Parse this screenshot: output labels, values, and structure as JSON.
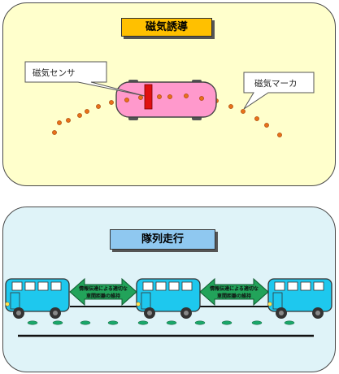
{
  "top": {
    "title": "磁気誘導",
    "sensor_label": "磁気センサ",
    "marker_label": "磁気マーカ"
  },
  "bottom": {
    "title": "隊列走行",
    "arrow_line1": "情報伝達による適切な",
    "arrow_line2": "車間距離の維持"
  },
  "colors": {
    "top_panel": "#ffffcc",
    "bottom_panel": "#dff3f8",
    "top_title": "#ffc000",
    "bottom_title": "#8fc8f0",
    "car_body": "#ff99cc",
    "sensor": "#e01010",
    "marker_dot": "#e8701a",
    "bus_body": "#1ec8ee",
    "arrow_fill": "#22a35a"
  }
}
